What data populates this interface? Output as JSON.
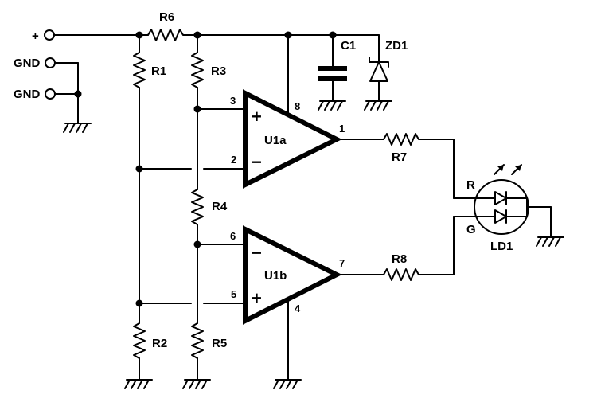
{
  "terminals": {
    "power": "+",
    "gnd1": "GND",
    "gnd2": "GND"
  },
  "components": {
    "R1": "R1",
    "R2": "R2",
    "R3": "R3",
    "R4": "R4",
    "R5": "R5",
    "R6": "R6",
    "R7": "R7",
    "R8": "R8",
    "C1": "C1",
    "ZD1": "ZD1",
    "LD1": "LD1",
    "U1a": "U1a",
    "U1b": "U1b"
  },
  "pins": {
    "u1a_in_plus": "3",
    "u1a_in_minus": "2",
    "u1a_out": "1",
    "u1a_vcc": "8",
    "u1b_in_minus": "6",
    "u1b_in_plus": "5",
    "u1b_out": "7",
    "u1b_gnd": "4"
  },
  "opamp_signs": {
    "u1a_top": "+",
    "u1a_bottom": "−",
    "u1b_top": "−",
    "u1b_bottom": "+"
  },
  "led_leads": {
    "red": "R",
    "green": "G"
  }
}
